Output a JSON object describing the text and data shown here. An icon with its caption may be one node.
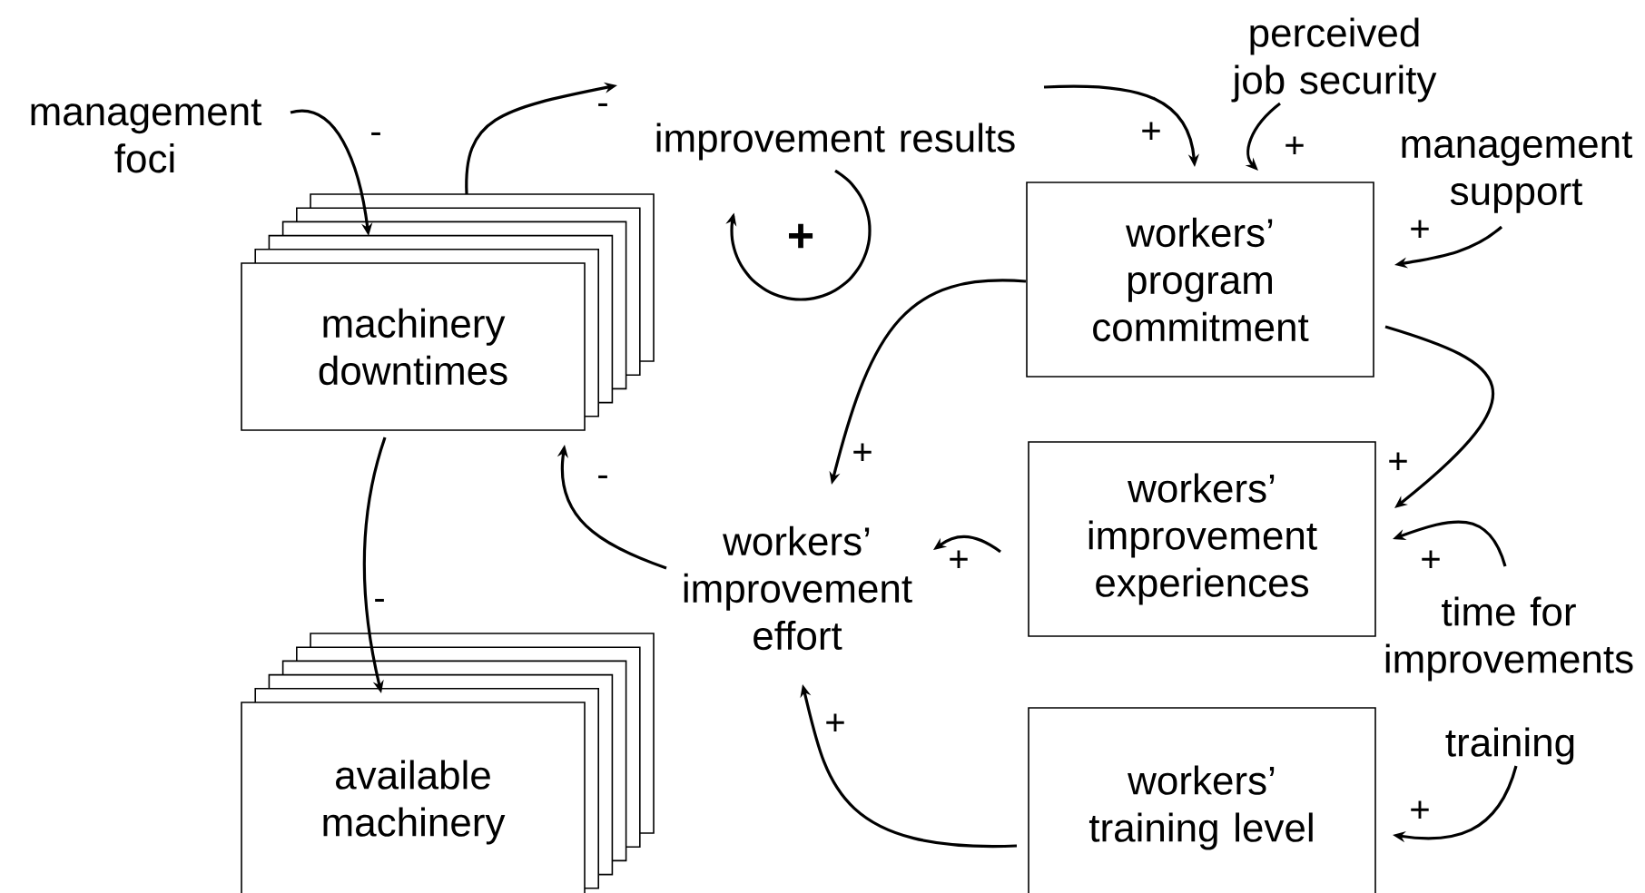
{
  "diagram": {
    "nodes": [
      {
        "text": [
          "management foci"
        ]
      },
      {
        "text": [
          "machinery downtimes"
        ]
      },
      {
        "text": [
          "improvement results"
        ]
      },
      {
        "text": [
          "workers’ program commitment"
        ]
      },
      {
        "text": [
          "perceived job security"
        ]
      },
      {
        "text": [
          "management support"
        ]
      },
      {
        "text": [
          "workers’ improvement effort"
        ]
      },
      {
        "text": [
          "workers’ improvement experiences"
        ]
      },
      {
        "text": [
          "time for improvements"
        ]
      },
      {
        "text": [
          "workers’ training level"
        ]
      },
      {
        "text": [
          "training"
        ]
      },
      {
        "text": [
          "available machinery"
        ]
      }
    ],
    "edges": [
      {
        "from": 0,
        "to": 1,
        "arrow": "to",
        "label": "-"
      },
      {
        "from": 1,
        "to": 2,
        "arrow": "to",
        "label": "-"
      },
      {
        "from": 2,
        "to": 3,
        "arrow": "to",
        "label": "+"
      },
      {
        "from": 4,
        "to": 3,
        "arrow": "to",
        "label": "+"
      },
      {
        "from": 5,
        "to": 3,
        "arrow": "to",
        "label": "+"
      },
      {
        "from": 3,
        "to": 6,
        "arrow": "to",
        "label": "+"
      },
      {
        "from": 3,
        "to": 7,
        "arrow": "to",
        "label": "+"
      },
      {
        "from": 8,
        "to": 7,
        "arrow": "to",
        "label": "+"
      },
      {
        "from": 7,
        "to": 6,
        "arrow": "to",
        "label": "+"
      },
      {
        "from": 9,
        "to": 6,
        "arrow": "to",
        "label": "+"
      },
      {
        "from": 10,
        "to": 9,
        "arrow": "to",
        "label": "+"
      },
      {
        "from": 6,
        "to": 1,
        "arrow": "to",
        "label": "-"
      },
      {
        "from": 1,
        "to": 11,
        "arrow": "to",
        "label": "-"
      }
    ],
    "labels": [
      "+"
    ]
  }
}
